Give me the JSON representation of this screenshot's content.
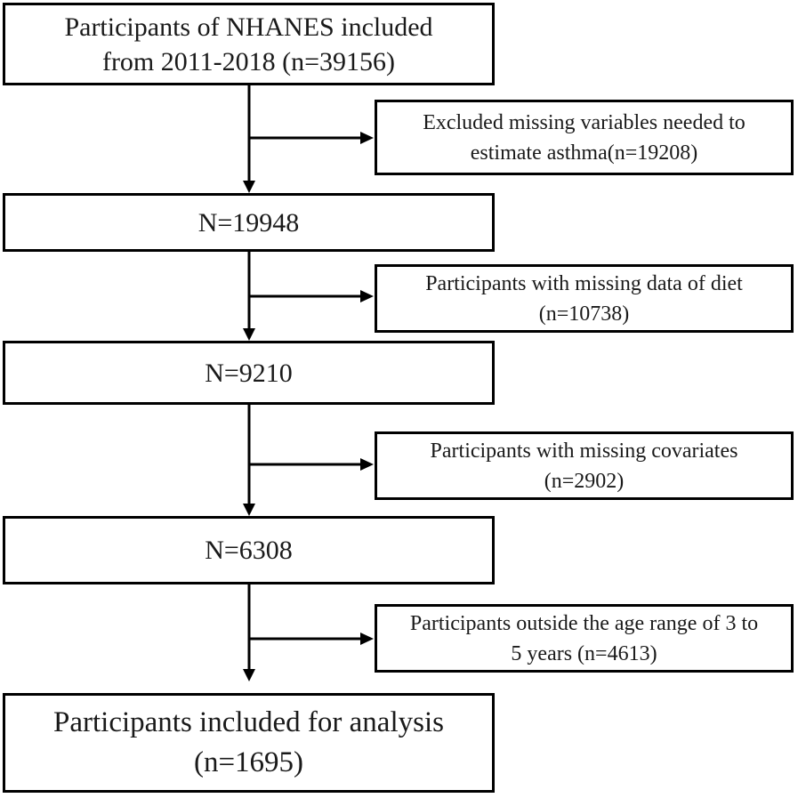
{
  "flow": {
    "main_boxes": [
      {
        "line1": "Participants of NHANES included",
        "line2": "from 2011-2018 (n=39156)"
      },
      {
        "line1": "N=19948"
      },
      {
        "line1": "N=9210"
      },
      {
        "line1": "N=6308"
      },
      {
        "line1": "Participants included for analysis",
        "line2": "(n=1695)"
      }
    ],
    "exclusion_boxes": [
      {
        "line1": "Excluded missing variables needed to",
        "line2": "estimate asthma(n=19208)"
      },
      {
        "line1": "Participants with missing data of diet",
        "line2": "(n=10738)"
      },
      {
        "line1": "Participants with missing covariates",
        "line2": "(n=2902)"
      },
      {
        "line1": "Participants outside the age range of 3 to",
        "line2": "5 years (n=4613)"
      }
    ],
    "colors": {
      "line": "#000000",
      "background": "#ffffff",
      "text": "#1a1a1a"
    }
  }
}
